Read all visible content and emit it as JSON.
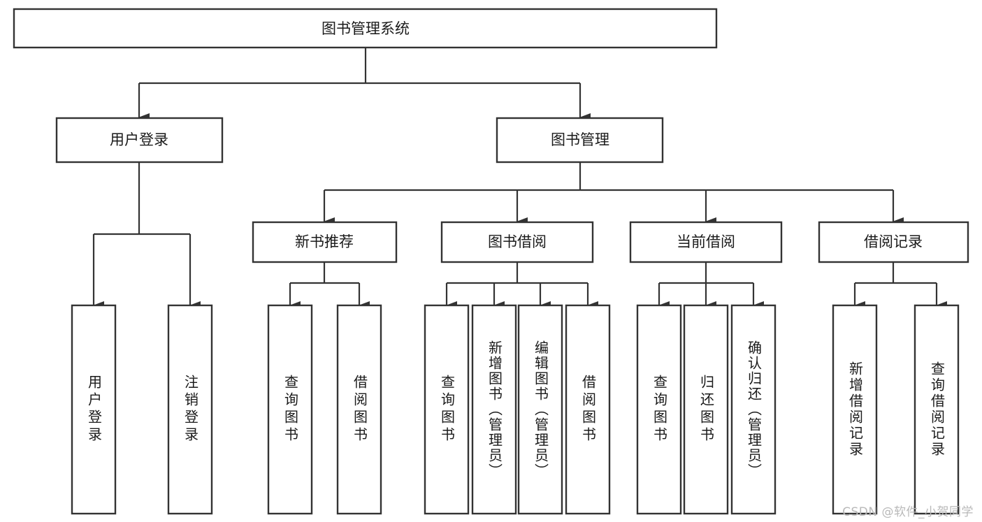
{
  "diagram": {
    "title": "图书管理系统",
    "type": "tree",
    "orientation": "top-down",
    "colors": {
      "box_fill": "#ffffff",
      "box_stroke": "#333333",
      "text": "#1a1a1a",
      "watermark": "#b9b9b9",
      "background": "#ffffff"
    },
    "root": {
      "label": "图书管理系统",
      "orientation": "horizontal"
    },
    "level2": [
      {
        "label": "用户登录",
        "orientation": "horizontal"
      },
      {
        "label": "图书管理",
        "orientation": "horizontal"
      }
    ],
    "level3": [
      {
        "label": "新书推荐",
        "orientation": "horizontal"
      },
      {
        "label": "图书借阅",
        "orientation": "horizontal"
      },
      {
        "label": "当前借阅",
        "orientation": "horizontal"
      },
      {
        "label": "借阅记录",
        "orientation": "horizontal"
      }
    ],
    "leaves": {
      "user_login": [
        {
          "label": "用户登录",
          "orientation": "vertical"
        },
        {
          "label": "注销登录",
          "orientation": "vertical"
        }
      ],
      "new_book_recommend": [
        {
          "label": "查询图书",
          "orientation": "vertical"
        },
        {
          "label": "借阅图书",
          "orientation": "vertical"
        }
      ],
      "book_borrow": [
        {
          "label": "查询图书",
          "orientation": "vertical"
        },
        {
          "label": "新增图书（管理员）",
          "orientation": "vertical"
        },
        {
          "label": "编辑图书（管理员）",
          "orientation": "vertical"
        },
        {
          "label": "借阅图书",
          "orientation": "vertical"
        }
      ],
      "current_borrow": [
        {
          "label": "查询图书",
          "orientation": "vertical"
        },
        {
          "label": "归还图书",
          "orientation": "vertical"
        },
        {
          "label": "确认归还（管理员）",
          "orientation": "vertical"
        }
      ],
      "borrow_record": [
        {
          "label": "新增借阅记录",
          "orientation": "vertical"
        },
        {
          "label": "查询借阅记录",
          "orientation": "vertical"
        }
      ]
    },
    "watermark": "CSDN @软件_小贺同学"
  }
}
